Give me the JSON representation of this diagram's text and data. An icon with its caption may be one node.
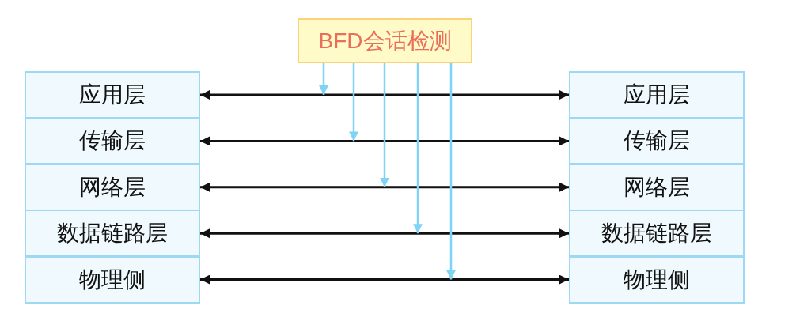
{
  "diagram": {
    "nodes": [
      {
        "text": [
          "BFD会话检测"
        ]
      },
      {
        "text": [
          "应用层"
        ]
      },
      {
        "text": [
          "传输层"
        ]
      },
      {
        "text": [
          "网络层"
        ]
      },
      {
        "text": [
          "数据链路层"
        ]
      },
      {
        "text": [
          "物理侧"
        ]
      },
      {
        "text": [
          "应用层"
        ]
      },
      {
        "text": [
          "传输层"
        ]
      },
      {
        "text": [
          "网络层"
        ]
      },
      {
        "text": [
          "数据链路层"
        ]
      },
      {
        "text": [
          "物理侧"
        ]
      }
    ],
    "edges": [
      {
        "from": 1,
        "to": 6,
        "arrow": "both"
      },
      {
        "from": 2,
        "to": 7,
        "arrow": "both"
      },
      {
        "from": 3,
        "to": 8,
        "arrow": "both"
      },
      {
        "from": 4,
        "to": 9,
        "arrow": "both"
      },
      {
        "from": 5,
        "to": 10,
        "arrow": "both"
      },
      {
        "from": 0,
        "to": null,
        "arrow": "to",
        "color": "#7fd3f5"
      },
      {
        "from": 0,
        "to": null,
        "arrow": "to",
        "color": "#7fd3f5"
      },
      {
        "from": 0,
        "to": null,
        "arrow": "to",
        "color": "#7fd3f5"
      },
      {
        "from": 0,
        "to": null,
        "arrow": "to",
        "color": "#7fd3f5"
      },
      {
        "from": 0,
        "to": null,
        "arrow": "to",
        "color": "#7fd3f5"
      }
    ]
  }
}
